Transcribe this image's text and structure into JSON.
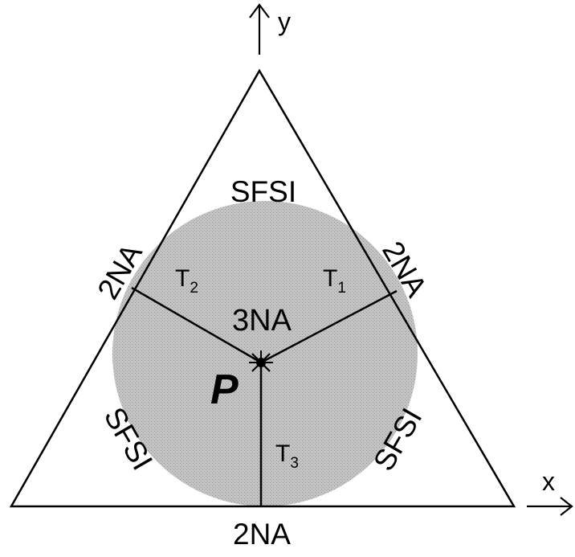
{
  "axes": {
    "x_label": "x",
    "y_label": "y"
  },
  "regions": {
    "top_sfsi": "SFSI",
    "left_sfsi": "SFSI",
    "right_sfsi": "SFSI",
    "left_edge_2na": "2NA",
    "right_edge_2na": "2NA",
    "bottom_edge_2na": "2NA",
    "center_3na": "3NA"
  },
  "point": {
    "label": "P"
  },
  "segments": [
    {
      "base": "T",
      "sub": "1"
    },
    {
      "base": "T",
      "sub": "2"
    },
    {
      "base": "T",
      "sub": "3"
    }
  ],
  "colors": {
    "shaded_region": "#b8b8b8",
    "line": "#000000",
    "background": "#ffffff"
  }
}
